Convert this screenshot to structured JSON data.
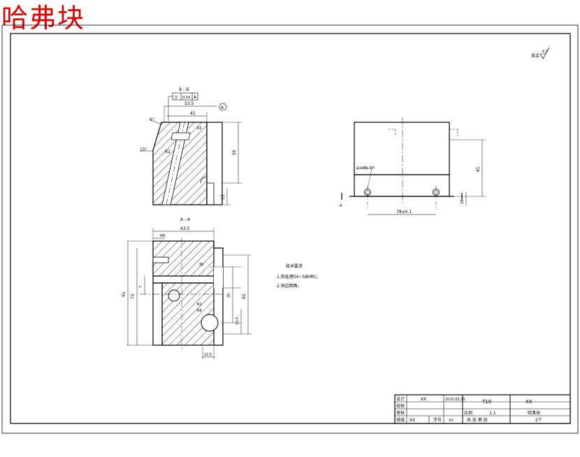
{
  "header": {
    "title": "哈弗块"
  },
  "roughness": {
    "label": "其余",
    "value": "6.3"
  },
  "section_labels": {
    "bb": "B - B",
    "aa": "A - A"
  },
  "datum": {
    "letter": "A"
  },
  "tolerance_frame": {
    "symbol": "//",
    "value": "0.04",
    "datum": "A"
  },
  "dimensions": {
    "side_width": "53.5",
    "side_inner": "41",
    "angle_top": "6°",
    "angle_mid": "15°",
    "chamfer": "R2",
    "side_height": "56",
    "side_small": "15",
    "front_hole": "2×M6-7H",
    "front_width": "78±0.1",
    "front_height": "41",
    "front_small": "28",
    "plan_top": "43.5",
    "plan_left": "M6",
    "plan_height": "91",
    "plan_inner": "75",
    "plan_mid": "30",
    "plan_small": "7",
    "plan_right": "82",
    "plan_v1": "35",
    "plan_v2": "13.5",
    "plan_bottom": "12.5",
    "plan_r1": "R2",
    "plan_r2": "R8"
  },
  "notes": {
    "title": "技术要求",
    "items": [
      "1.热处理54~58HRC。",
      "2.锐边倒角。"
    ]
  },
  "title_block": {
    "r1": [
      "设计",
      "XX",
      "2010.05.25",
      "T10",
      "XX"
    ],
    "r2": [
      "校核",
      "",
      "",
      "比例",
      "1:1",
      "哈弗块"
    ],
    "r3": [
      "审核",
      "",
      "",
      "共 张 第 张",
      "2个"
    ],
    "r4": [
      "班级",
      "XX",
      "学号",
      "XX"
    ]
  }
}
